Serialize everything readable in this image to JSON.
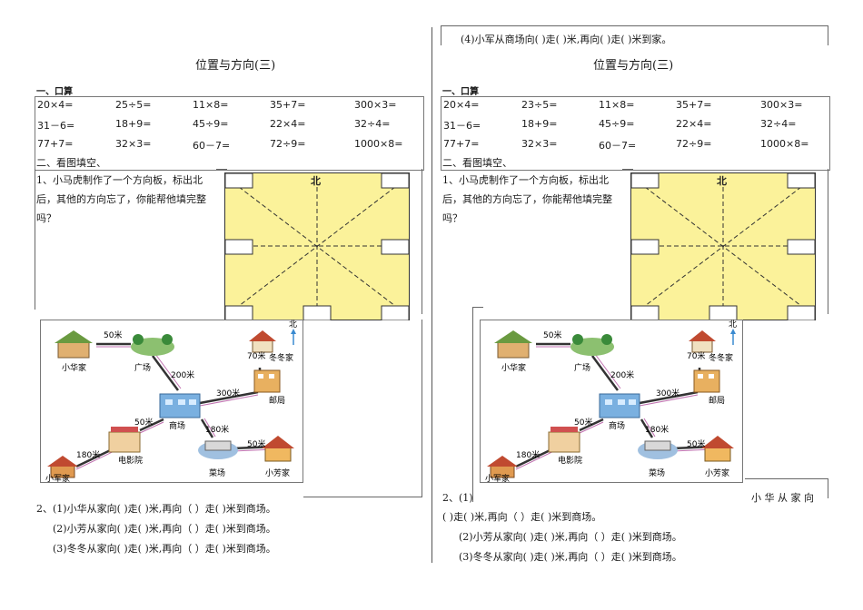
{
  "title": "位置与方向(三)",
  "section1": "一、口算",
  "oral_rows": [
    [
      "20×4=",
      "25÷5=",
      "11×8=",
      "35+7=",
      "300×3="
    ],
    [
      "31－6=",
      "18+9=",
      "45÷9=",
      "22×4=",
      "32÷4="
    ],
    [
      "77+7=",
      "32×3=",
      "60－7=",
      "72÷9=",
      "1000×8="
    ]
  ],
  "oral_rows_right": [
    [
      "20×4=",
      "23÷5=",
      "11×8=",
      "35+7=",
      "300×3="
    ],
    [
      "31－6=",
      "18+9=",
      "45÷9=",
      "22×4=",
      "32÷4="
    ],
    [
      "77+7=",
      "32×3=",
      "60－7=",
      "72÷9=",
      "1000×8="
    ]
  ],
  "section2": "二、看图填空、",
  "q1_lines": [
    "1、小马虎制作了一个方向板，标出北",
    "后，其他的方向忘了，你能帮他填完整",
    "吗？"
  ],
  "board_north": "北",
  "map": {
    "north": "北",
    "places": {
      "xiaohua": "小华家",
      "guangchang": "广场",
      "dongdong": "冬冬家",
      "youju": "邮局",
      "shangchang": "商场",
      "dianyingyuan": "电影院",
      "xiaojun": "小军家",
      "caichang": "菜场",
      "xiaofang": "小芳家"
    },
    "distances": {
      "xh_gc": "50米",
      "gc_sc": "200米",
      "dd_yj": "70米",
      "yj_sc": "300米",
      "sc_dy": "50米",
      "dy_xj": "180米",
      "sc_cc": "180米",
      "cc_xf": "50米"
    }
  },
  "q2_left": [
    "2、(1)小华从家向(          )走(        )米,再向（        ）走(          )米到商场。",
    "(2)小芳从家向(          )走(        )米,再向（        ）走(          )米到商场。",
    "(3)冬冬从家向(          )走(        )米,再向（        ）走(          )米到商场。"
  ],
  "q2_right_top": "(4)小军从商场向(          )走(          )米,再向(          )走(          )米到家。",
  "q2_right_head": "2、(1)",
  "q2_right_side": "小 华 从 家 向",
  "q2_right_lines": [
    "(          )走(          )米,再向（        ）走(          )米到商场。",
    "(2)小芳从家向(          )走(        )米,再向（        ）走(          )米到商场。",
    "(3)冬冬从家向(          )走(        )米,再向（        ）走(          )米到商场。"
  ]
}
